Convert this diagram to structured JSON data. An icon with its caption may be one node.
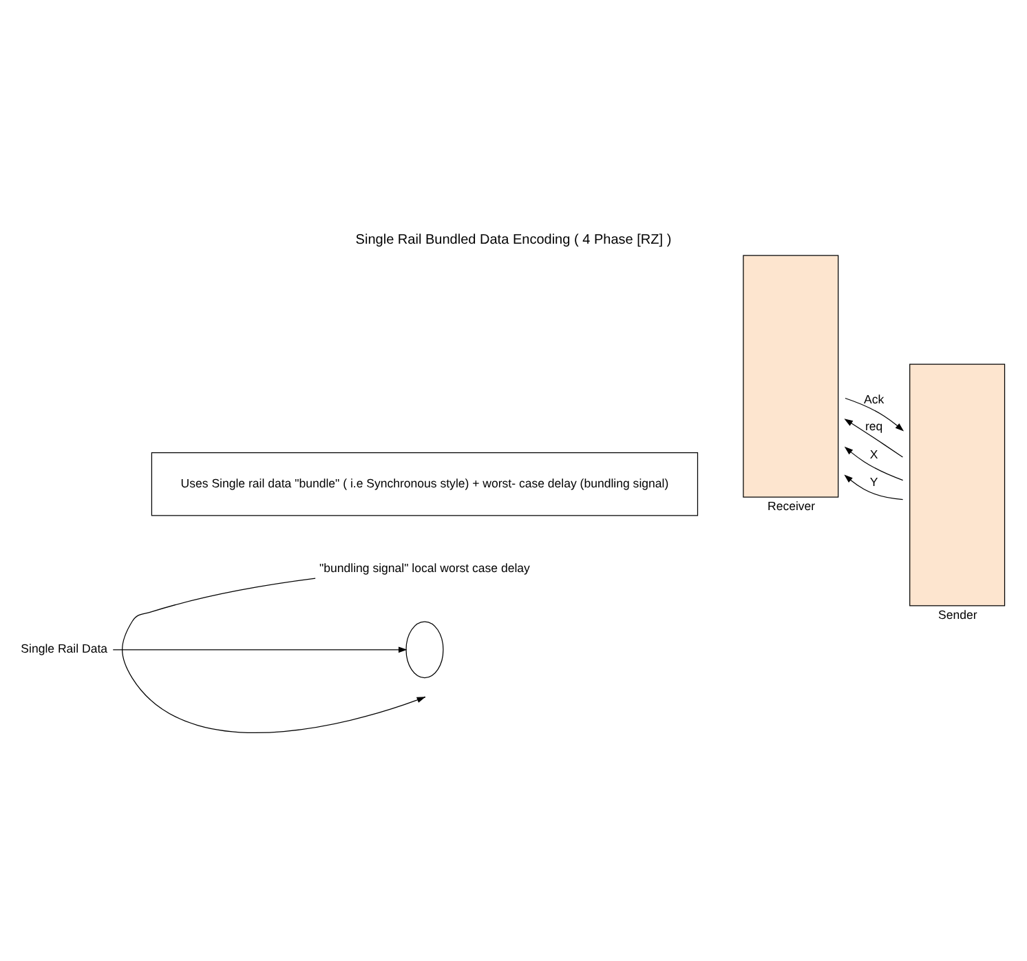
{
  "diagram": {
    "title": "Single Rail Bundled Data Encoding ( 4 Phase [RZ] )",
    "nodes": [
      {
        "text": [
          "Uses Single rail data \"bundle\" ( i.e Synchronous style) + worst- case delay (bundling signal)"
        ]
      },
      {
        "text": [],
        "shape": "box",
        "beside": [
          "Sender"
        ]
      },
      {
        "text": [],
        "shape": "box",
        "beside": [
          "Receiver"
        ]
      },
      {
        "text": [
          "\"bundling signal\" local worst case delay"
        ]
      },
      {
        "text": [],
        "shape": "circle"
      },
      {
        "text": [
          "Single Rail Data"
        ]
      }
    ],
    "edges": [
      {
        "from": 1,
        "to": 2,
        "arrow": "to",
        "label": "req"
      },
      {
        "from": 1,
        "to": 2,
        "arrow": "to",
        "label": "X"
      },
      {
        "from": 1,
        "to": 2,
        "arrow": "to",
        "label": "Y"
      },
      {
        "from": 2,
        "to": 1,
        "arrow": "to",
        "label": "Ack"
      },
      {
        "from": 3,
        "to": null,
        "arrow": "to"
      },
      {
        "from": 5,
        "to": 4,
        "arrow": "to"
      }
    ]
  }
}
